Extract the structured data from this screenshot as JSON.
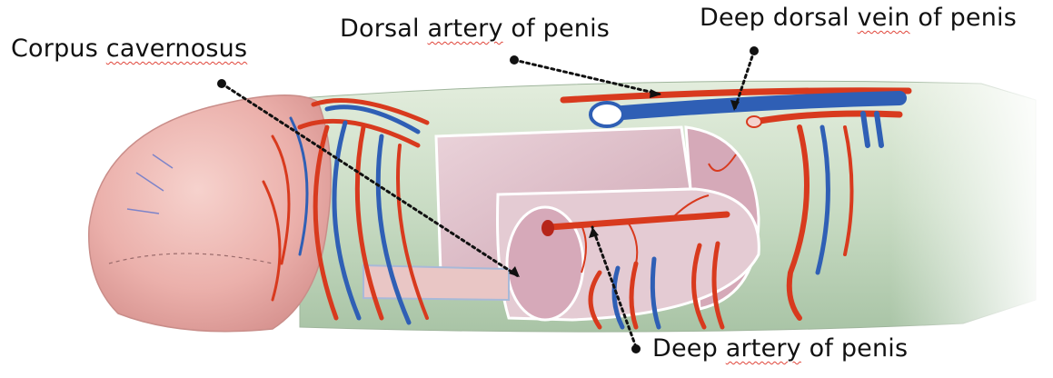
{
  "labels": {
    "corpus_cavernosus": {
      "prefix": "Corpus ",
      "wavy": "cavernosus"
    },
    "dorsal_artery": {
      "prefix": "Dorsal ",
      "wavy": "artery",
      "suffix": " of penis"
    },
    "deep_dorsal_vein": {
      "prefix": "Deep dorsal ",
      "wavy": "vein",
      "suffix": " of penis"
    },
    "deep_artery": {
      "prefix": "Deep ",
      "wavy": "artery",
      "suffix": " of penis"
    }
  },
  "colors": {
    "artery": "#d83a1e",
    "vein": "#2f5fb5",
    "glans": "#efb9b4",
    "shaft_skin": "#c9dcc4",
    "tissue": "#d9b4c0",
    "leader": "#111111"
  }
}
